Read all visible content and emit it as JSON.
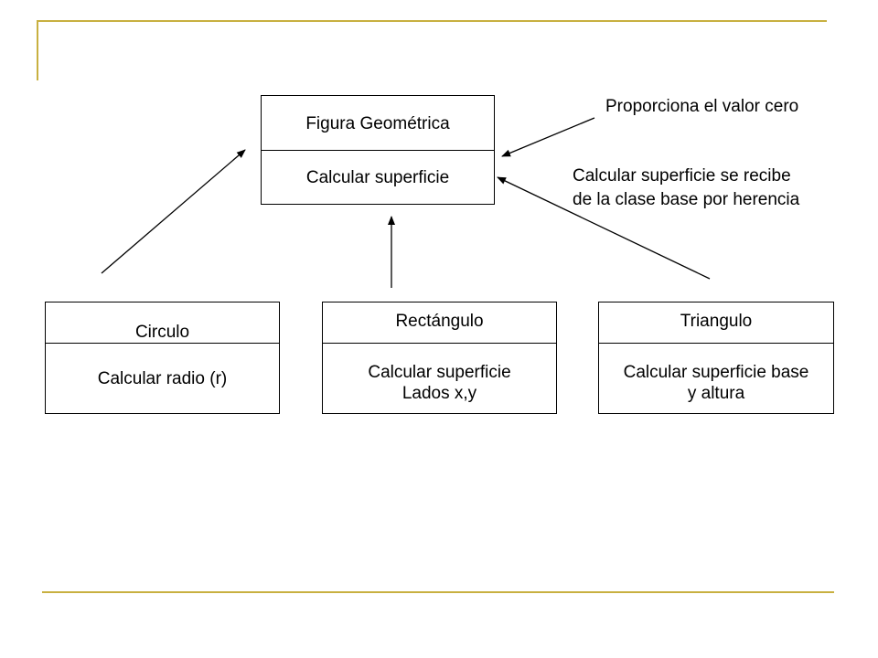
{
  "base_class": {
    "name": "Figura Geométrica",
    "method": "Calcular superficie"
  },
  "derived_classes": [
    {
      "id": "circulo",
      "name": "Circulo",
      "method_lines": [
        "Calcular radio (r)"
      ]
    },
    {
      "id": "rectangulo",
      "name": "Rectángulo",
      "method_lines": [
        "Calcular superficie",
        "Lados x,y"
      ]
    },
    {
      "id": "triangulo",
      "name": "Triangulo",
      "method_lines": [
        "Calcular superficie base",
        "y altura"
      ]
    }
  ],
  "annotations": {
    "zero_value": "Proporciona el valor cero",
    "inheritance_lines": [
      "Calcular superficie se recibe",
      "de la clase  base por herencia"
    ]
  },
  "colors": {
    "frame_lines": "#c8b040",
    "lines": "#000000"
  }
}
